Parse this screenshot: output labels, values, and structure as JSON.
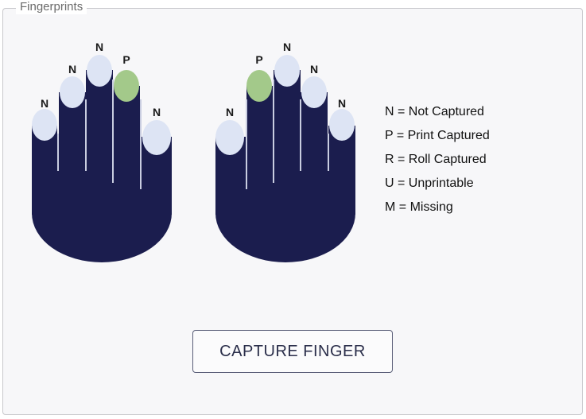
{
  "section": {
    "title": "Fingerprints"
  },
  "colors": {
    "hand": "#1b1d4e",
    "not_captured": "#dde4f4",
    "print_captured": "#a3c98a",
    "divider": "#c9cde0"
  },
  "left_hand": {
    "fingers": [
      {
        "label": "N",
        "status": "not_captured"
      },
      {
        "label": "N",
        "status": "not_captured"
      },
      {
        "label": "N",
        "status": "not_captured"
      },
      {
        "label": "P",
        "status": "print_captured"
      },
      {
        "label": "N",
        "status": "not_captured"
      }
    ]
  },
  "right_hand": {
    "fingers": [
      {
        "label": "N",
        "status": "not_captured"
      },
      {
        "label": "P",
        "status": "print_captured"
      },
      {
        "label": "N",
        "status": "not_captured"
      },
      {
        "label": "N",
        "status": "not_captured"
      },
      {
        "label": "N",
        "status": "not_captured"
      }
    ]
  },
  "key": [
    "N = Not Captured",
    "P = Print Captured",
    "R = Roll Captured",
    "U = Unprintable",
    "M = Missing"
  ],
  "capture_button": {
    "label": "CAPTURE FINGER"
  }
}
